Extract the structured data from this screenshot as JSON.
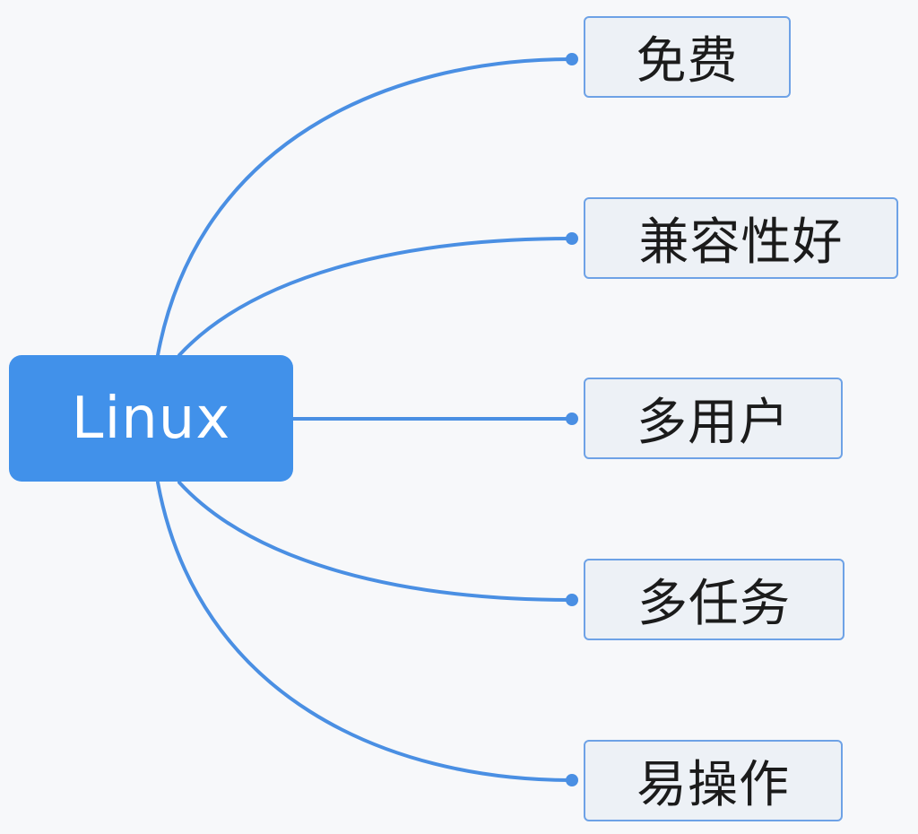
{
  "diagram": {
    "type": "mind-map",
    "colors": {
      "background": "#f7f8fa",
      "accent": "#4191ea",
      "connector": "#4a8fe3",
      "leaf_fill": "#edf1f6",
      "leaf_border": "#6ea2e6",
      "leaf_text": "#1b1b1b",
      "root_text": "#ffffff"
    },
    "root": {
      "label": "Linux"
    },
    "branches": [
      {
        "label": "免费"
      },
      {
        "label": "兼容性好"
      },
      {
        "label": "多用户"
      },
      {
        "label": "多任务"
      },
      {
        "label": "易操作"
      }
    ]
  }
}
